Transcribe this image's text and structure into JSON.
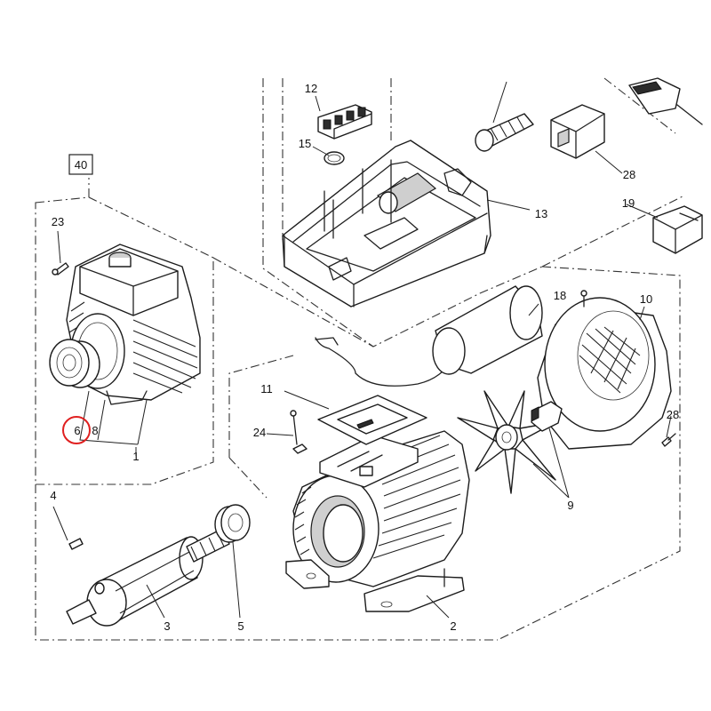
{
  "diagram": {
    "labels": {
      "box": "40",
      "p1": "1",
      "p2": "2",
      "p3": "3",
      "p4": "4",
      "p5": "5",
      "p6": "6",
      "p8": "8",
      "p9": "9",
      "p10": "10",
      "p11": "11",
      "p12": "12",
      "p13": "13",
      "p15": "15",
      "p18": "18",
      "p19": "19",
      "p23": "23",
      "p24": "24",
      "p28a": "28",
      "p28b": "28"
    },
    "colors": {
      "line": "#222222",
      "highlight": "#e02020",
      "background": "#ffffff"
    },
    "highlighted_part": "6"
  }
}
